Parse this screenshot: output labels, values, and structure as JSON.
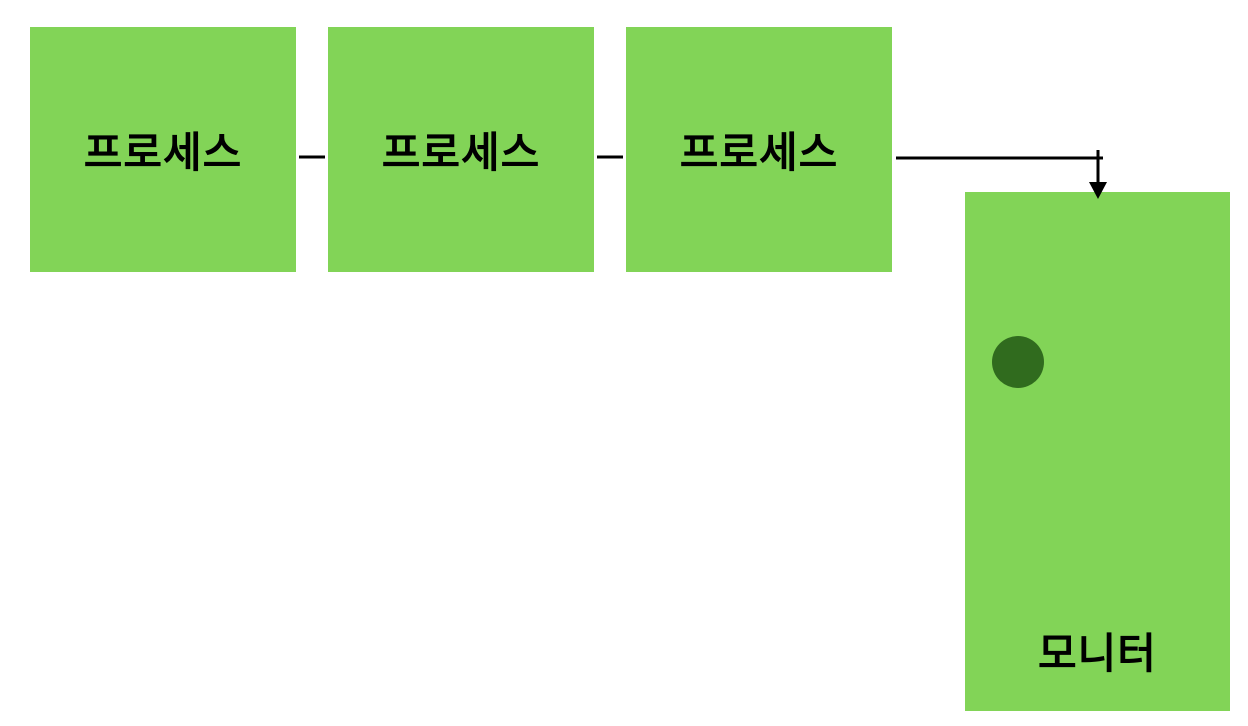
{
  "processes": [
    {
      "label": "프로세스"
    },
    {
      "label": "프로세스"
    },
    {
      "label": "프로세스"
    }
  ],
  "monitor": {
    "label": "모니터",
    "indicator": "status-dot"
  },
  "colors": {
    "box_fill": "#82d457",
    "indicator_fill": "#306b1e",
    "connector": "#000000",
    "background": "#ffffff"
  }
}
